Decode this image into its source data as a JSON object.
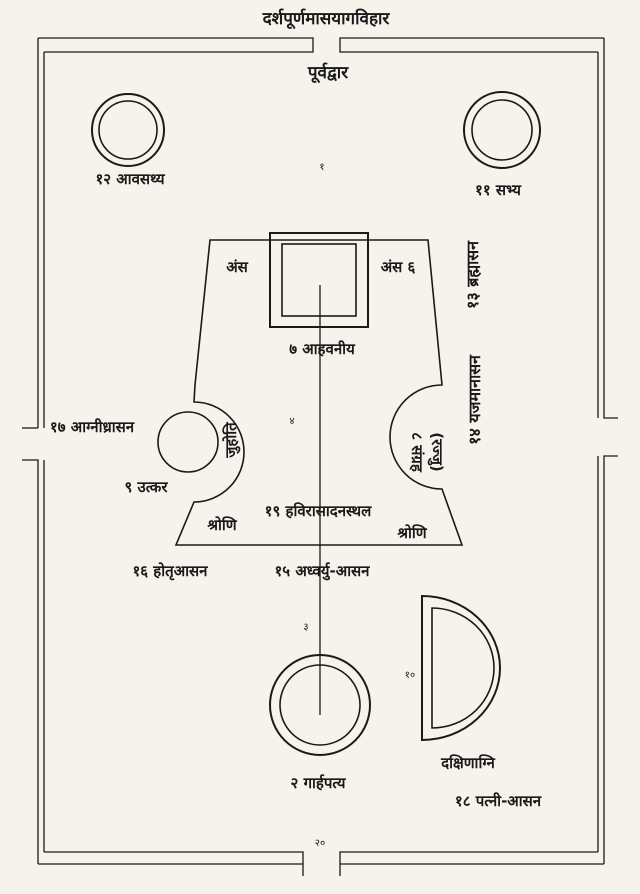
{
  "title": "दर्शपूर्णमासयागविहार",
  "labels": {
    "east_gate": "पूर्वद्वार",
    "avasathya": "१२ आवसथ्य",
    "sabhya": "११ सभ्य",
    "ams_left": "अंस",
    "ams_right": "अंस ६",
    "brahmasana": "१३ ब्रह्मासन",
    "yajamanasana": "१४ यजमानासन",
    "ahavaniya": "७ आहवनीय",
    "agnidhrasana": "१७ आग्नीध्रासन",
    "juhoti": "जुहोति",
    "utkara": "९ उत्कर",
    "sangraha": "८ संग्रह",
    "rajju": "(रज्जु)",
    "havirasadana": "१९ हविरासादनस्थल",
    "shroni_left": "श्रोणि",
    "shroni_right": "श्रोणि",
    "hotrasana": "१६ होतृआसन",
    "adhvaryu_asana": "१५ अध्वर्यु-आसन",
    "garhapatya": "२ गार्हपत्य",
    "dakshinagni": "दक्षिणाग्नि",
    "patni_asana": "१८ पत्नी-आसन",
    "mark_1": "१",
    "mark_3": "३",
    "mark_4": "४",
    "mark_10": "१०",
    "mark_20": "२०"
  }
}
